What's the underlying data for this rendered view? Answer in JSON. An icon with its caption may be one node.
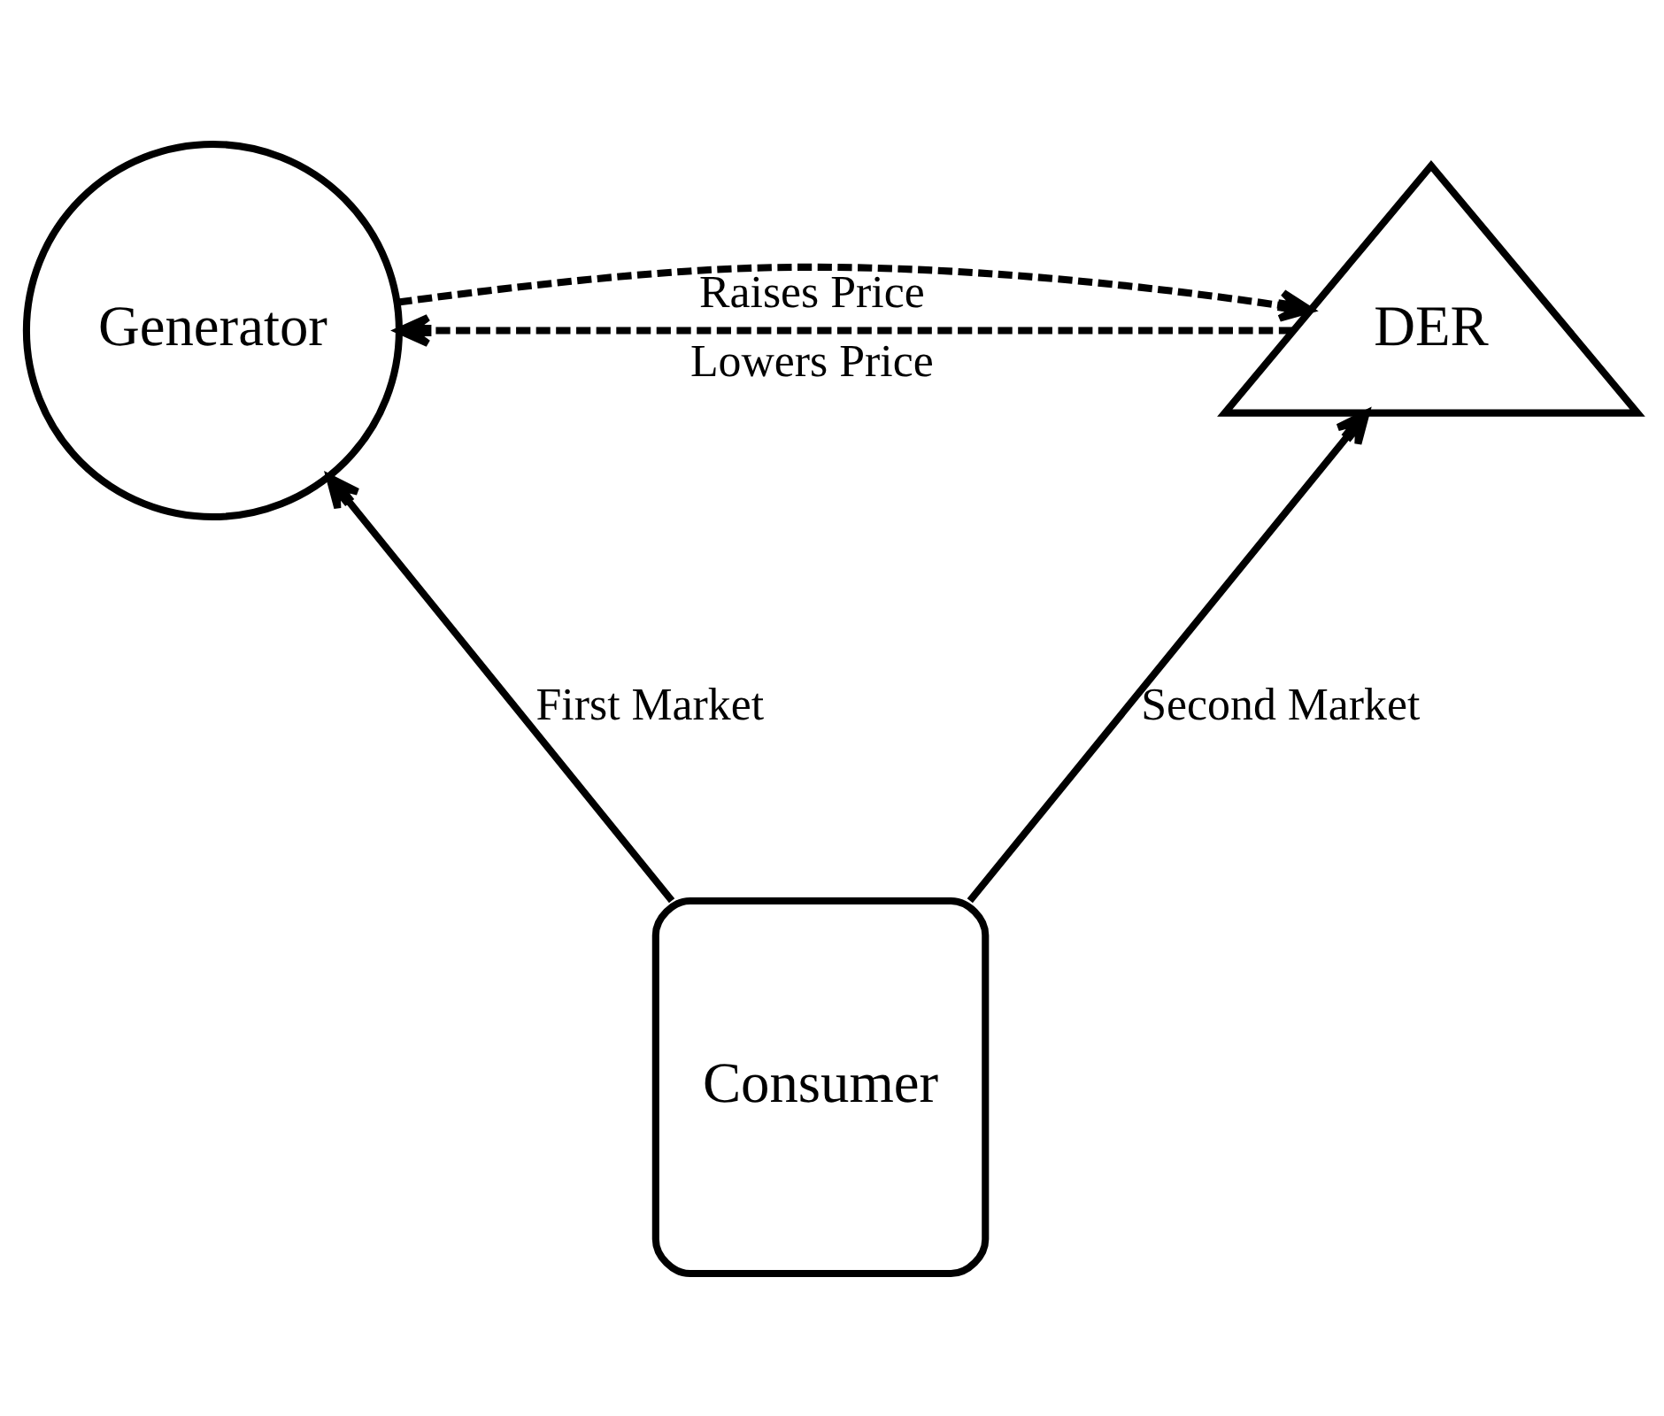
{
  "diagram": {
    "nodes": [
      {
        "text": [
          "Generator"
        ]
      },
      {
        "text": [
          "DER"
        ]
      },
      {
        "text": [
          "Consumer"
        ]
      }
    ],
    "edges": [
      {
        "from": 0,
        "to": 1,
        "arrow": "to",
        "label": "Raises Price",
        "style": "dashed"
      },
      {
        "from": 1,
        "to": 0,
        "arrow": "to",
        "label": "Lowers Price",
        "style": "dashed"
      },
      {
        "from": 2,
        "to": 0,
        "arrow": "to",
        "label": "First Market"
      },
      {
        "from": 2,
        "to": 1,
        "arrow": "to",
        "label": "Second Market"
      }
    ]
  }
}
